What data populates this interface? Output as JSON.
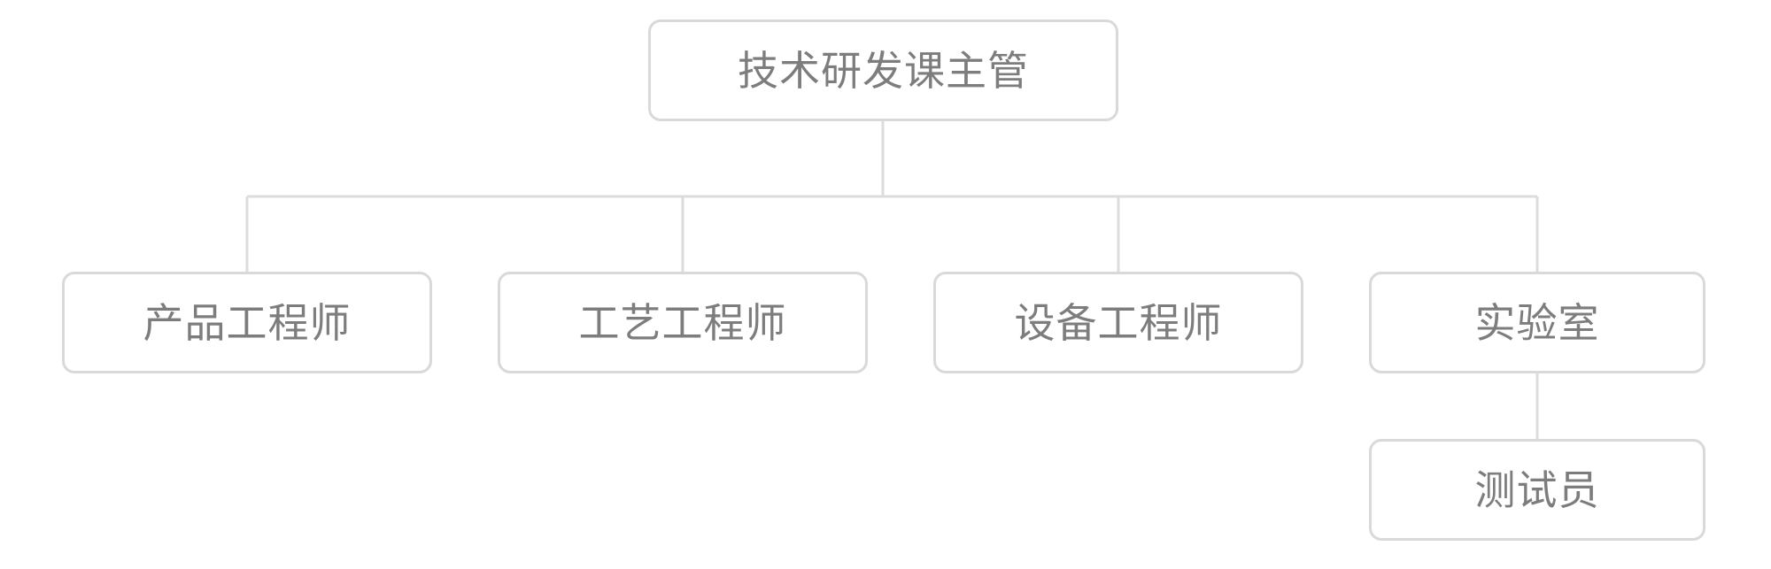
{
  "org_chart": {
    "root": {
      "label": "技术研发课主管"
    },
    "children": [
      {
        "label": "产品工程师"
      },
      {
        "label": "工艺工程师"
      },
      {
        "label": "设备工程师"
      },
      {
        "label": "实验室",
        "children": [
          {
            "label": "测试员"
          }
        ]
      }
    ]
  },
  "colors": {
    "border": "#d9d9d9",
    "connector": "#dcdcdc",
    "text": "#7d7d7d",
    "background": "#ffffff"
  }
}
